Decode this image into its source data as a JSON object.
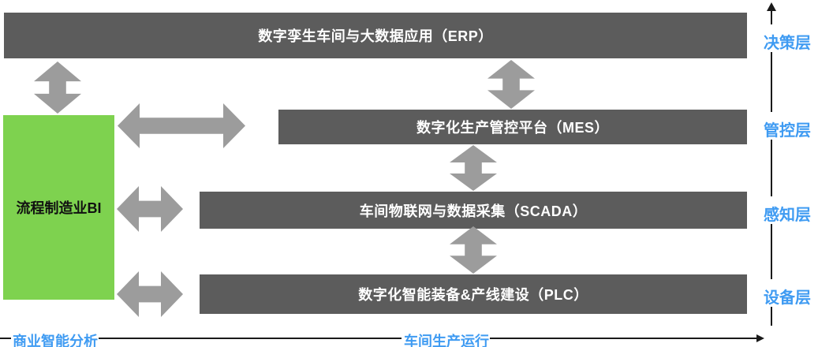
{
  "colors": {
    "bg": "#ffffff",
    "bar": "#5c5c5c",
    "bar-text": "#ffffff",
    "green": "#7ed24f",
    "green-text": "#111111",
    "arrow": "#9c9c9c",
    "accent": "#3f9bf2",
    "line": "#1a1a1a"
  },
  "bars": [
    {
      "id": "erp",
      "label": "数字孪生车间与大数据应用（ERP）"
    },
    {
      "id": "mes",
      "label": "数字化生产管控平台（MES）"
    },
    {
      "id": "scada",
      "label": "车间物联网与数据采集（SCADA）"
    },
    {
      "id": "plc",
      "label": "数字化智能装备&产线建设（PLC）"
    }
  ],
  "bi_box": {
    "label": "流程制造业BI"
  },
  "layers": [
    {
      "label": "决策层"
    },
    {
      "label": "管控层"
    },
    {
      "label": "感知层"
    },
    {
      "label": "设备层"
    }
  ],
  "bottom_axis": {
    "left_label": "商业智能分析",
    "right_label": "车间生产运行"
  }
}
